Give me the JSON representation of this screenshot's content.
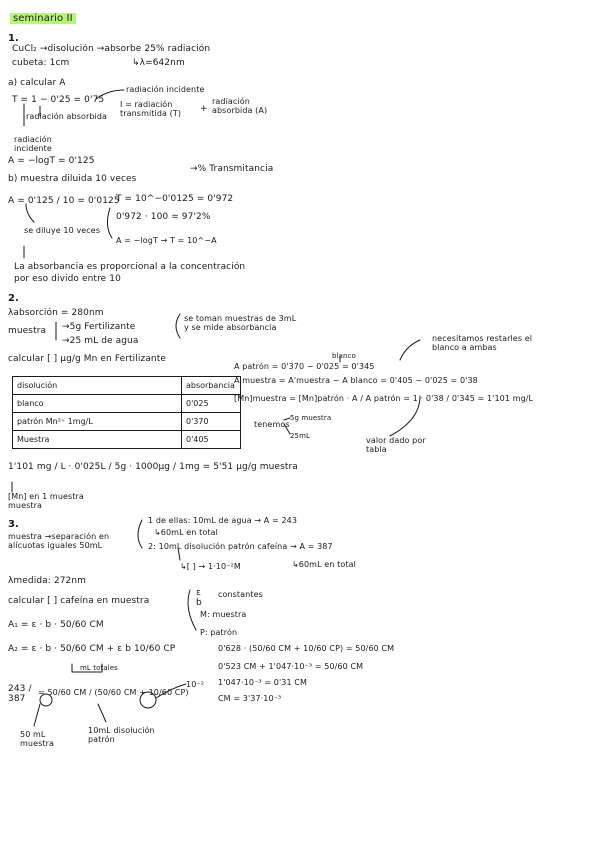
{
  "title": "seminario II",
  "p1": {
    "num": "1.",
    "l1": "CuCl₂ →disolución →absorbe 25% radiación",
    "l2": "cubeta: 1cm",
    "l2b": "↳λ=642nm",
    "a": "a) calcular A",
    "t_eq": "T = 1 − 0'25 = 0'75",
    "rad_inc": "radiación incidente",
    "rad_abs": "radiación absorbida",
    "rad_inc2": "radiación incidente",
    "i_eq": "I = radiación transmitida (T)",
    "plus": "+",
    "abs_label": "radiación absorbida (A)",
    "a_eq": "A = −logT = 0'125",
    "b": "b) muestra diluida 10 veces",
    "b_t": "→% Transmitancia",
    "a_frac": "A = 0'125 / 10 = 0'0125",
    "t_pow": "T = 10^−0'0125 = 0'972",
    "pct": "0'972 · 100 = 97'2%",
    "diluye": "se diluye 10 veces",
    "logt": "A = −logT → T = 10^−A",
    "concl1": "La absorbancia es proporcional a la concentración",
    "concl2": "por eso divido entre 10"
  },
  "p2": {
    "num": "2.",
    "l1": "λabsorción = 280nm",
    "muestra": "muestra",
    "fert": "→5g Fertilizante",
    "agua": "→25 mL de agua",
    "toman": "se toman muestras de 3mL y se mide absorbancia",
    "calc": "calcular [ ] μg/g Mn en Fertilizante",
    "table": {
      "headers": [
        "disolución",
        "absorbancia"
      ],
      "rows": [
        [
          "blanco",
          "0'025"
        ],
        [
          "patrón Mn²⁺ 1mg/L",
          "0'370"
        ],
        [
          "Muestra",
          "0'405"
        ]
      ]
    },
    "necesitamos": "necesitamos restarles el blanco a ambas",
    "blanco_lbl": "blanco",
    "apatron": "A patrón = 0'370 − 0'025 = 0'345",
    "amuestra": "A muestra = A'muestra − A blanco = 0'405 − 0'025 = 0'38",
    "mn_eq": "[Mn]muestra = [Mn]patrón · A / A patrón = 1 · 0'38 / 0'345 = 1'101 mg/L",
    "tenemos": "tenemos",
    "tenemos_5g": "5g muestra",
    "tenemos_25": "25mL",
    "valor": "valor dado por tabla",
    "final": "1'101 mg / L · 0'025L / 5g · 1000μg / 1mg = 5'51 μg/g muestra",
    "mnen": "[Mn] en 1 muestra muestra"
  },
  "p3": {
    "num": "3.",
    "muestra": "muestra →separación en alícuotas iguales 50mL",
    "b1": "1 de ellas: 10mL de agua → A = 243",
    "b1b": "↳60mL en total",
    "b2": "2: 10mL disolución patrón cafeína → A = 387",
    "b2b": "↳[ ] → 1·10⁻²M",
    "b2c": "↳60mL en total",
    "lam": "λmedida: 272nm",
    "calc": "calcular [ ] cafeína en muestra",
    "eps": "ε",
    "bb": "b",
    "const": "constantes",
    "m": "M: muestra",
    "p": "P: patrón",
    "a1": "A₁ = ε · b · 50/60 CM",
    "a2": "A₂ = ε · b · 50/60 CM + ε b 10/60 CP",
    "mltot": "mL totales",
    "ratio_num": "243 / 387",
    "ratio_rhs": "= 50/60 CM / (50/60 CM + 10/60 CP)",
    "pow": "10⁻²",
    "ml50": "50 mL muestra",
    "ml10": "10mL disolución patrón",
    "r1": "0'628 · (50/60 CM + 10/60 CP) = 50/60 CM",
    "r2": "0'523 CM + 1'047·10⁻³ = 50/60 CM",
    "r3": "1'047·10⁻³ = 0'31 CM",
    "r4": "CM = 3'37·10⁻³"
  }
}
